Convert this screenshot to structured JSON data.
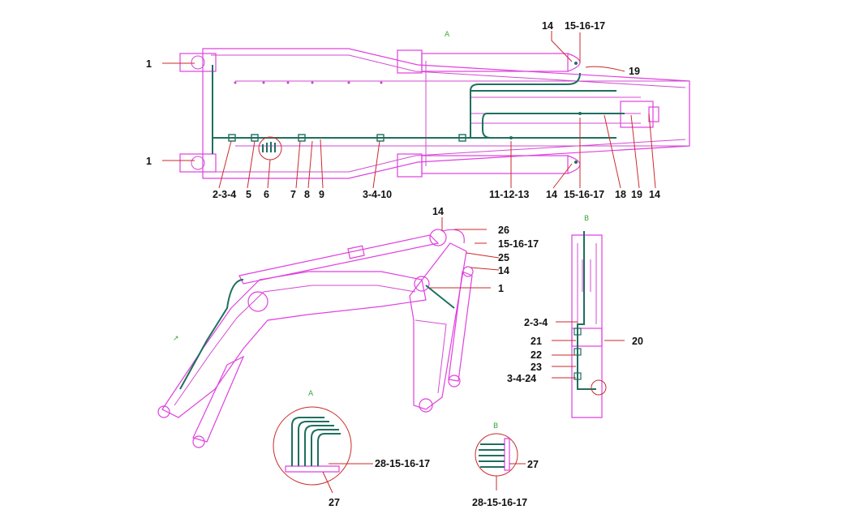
{
  "labels": {
    "top_1a": "1",
    "top_1b": "1",
    "top_14a": "14",
    "top_15_16_17a": "15-16-17",
    "top_19a": "19",
    "bot_2_3_4": "2-3-4",
    "bot_5": "5",
    "bot_6": "6",
    "bot_7": "7",
    "bot_8": "8",
    "bot_9": "9",
    "bot_3_4_10": "3-4-10",
    "bot_11_12_13": "11-12-13",
    "bot_14": "14",
    "bot_15_16_17": "15-16-17",
    "bot_18": "18",
    "bot_19": "19",
    "bot_14b": "14",
    "mid_14": "14",
    "mid_26": "26",
    "mid_15_16_17": "15-16-17",
    "mid_25": "25",
    "mid_14b": "14",
    "mid_1": "1",
    "side_2_3_4": "2-3-4",
    "side_20": "20",
    "side_21": "21",
    "side_22": "22",
    "side_23": "23",
    "side_3_4_24": "3-4-24",
    "det1_28_15_16_17": "28-15-16-17",
    "det1_27": "27",
    "det2_27": "27",
    "det2_28_15_16_17": "28-15-16-17"
  },
  "marks": {
    "top": "A",
    "side": "B",
    "det1": "A",
    "det2": "B"
  },
  "colors": {
    "outline": "#e040e0",
    "pipe": "#1f6f5f",
    "leader": "#cc2a2a"
  }
}
